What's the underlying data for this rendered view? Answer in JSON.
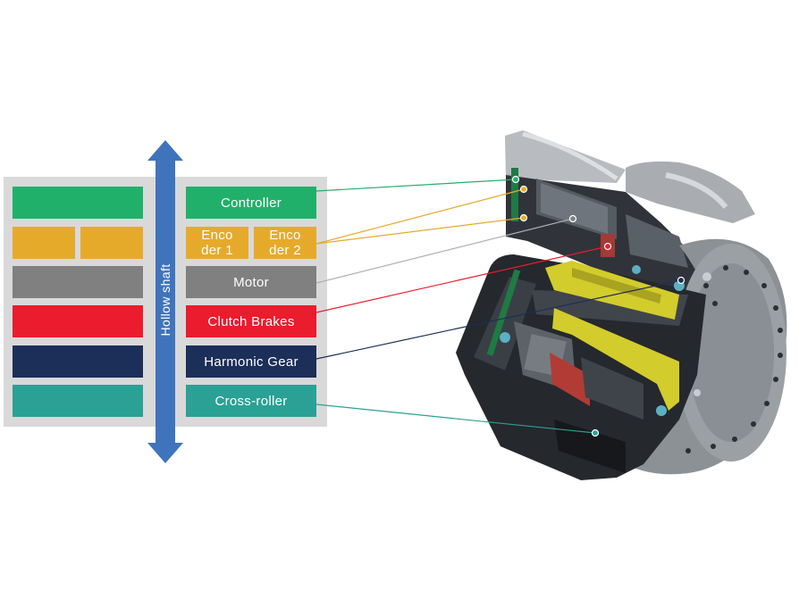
{
  "shaft": {
    "label": "Hollow shaft"
  },
  "components": {
    "controller": "Controller",
    "encoder1": "Enco\nder 1",
    "encoder2": "Enco\nder 2",
    "motor": "Motor",
    "clutch": "Clutch Brakes",
    "harmonic": "Harmonic Gear",
    "cross_roller": "Cross-roller"
  },
  "colors": {
    "controller": "#21b06a",
    "encoder": "#e6aa2b",
    "motor": "#808080",
    "clutch": "#ea1c2d",
    "harmonic": "#1c2f59",
    "cross_roller": "#2aa194",
    "shaft": "#3f74bc"
  }
}
